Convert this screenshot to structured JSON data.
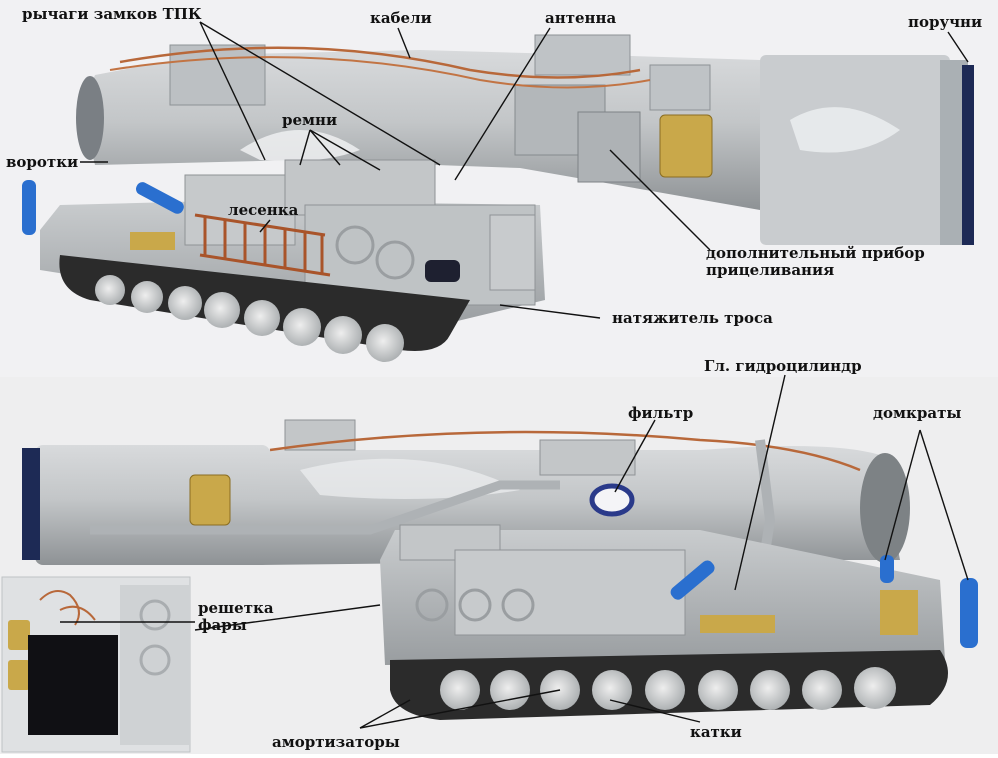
{
  "colors": {
    "background_top": "#f1f1f3",
    "background_bottom": "#ededee",
    "hull_gray": "#b9bdbf",
    "hull_dark": "#8c9093",
    "tube_gray": "#c4c7c9",
    "copper": "#b8683a",
    "brass": "#c9a84a",
    "blue": "#2a6fcf",
    "track": "#2b2b2b",
    "line": "#111111"
  },
  "labels": {
    "lock_levers": "рычаги замков ТПК",
    "cables": "кабели",
    "antenna": "антенна",
    "handrails": "поручни",
    "straps": "ремни",
    "winches": "воротки",
    "ladder": "лесенка",
    "sight_line1": "дополнительный прибор",
    "sight_line2": "прицеливания",
    "cable_tensioner": "натяжитель троса",
    "main_cylinder": "Гл. гидроцилиндр",
    "filter": "фильтр",
    "jacks": "домкраты",
    "headlight_grille_line1": "решетка",
    "headlight_grille_line2": "фары",
    "shock_absorbers": "амортизаторы",
    "road_wheels": "катки"
  },
  "icons": {
    "callout_line": "leader-line"
  }
}
